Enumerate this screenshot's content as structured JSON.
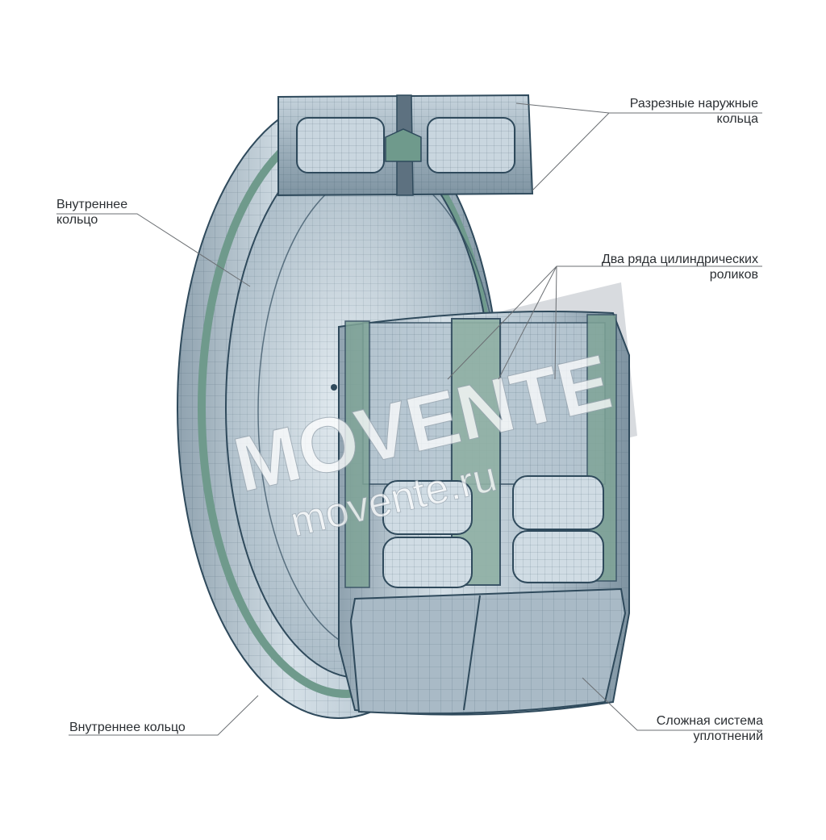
{
  "callouts": {
    "split_outer_rings": {
      "line1": "Разрезные наружные",
      "line2": "кольца"
    },
    "inner_ring_top": {
      "line1": "Внутреннее",
      "line2": "кольцо"
    },
    "two_rows_rollers": {
      "line1": "Два ряда цилиндрических",
      "line2": "роликов"
    },
    "inner_ring_bottom": {
      "line1": "Внутреннее кольцо"
    },
    "seal_system": {
      "line1": "Сложная система",
      "line2": "уплотнений"
    }
  },
  "watermark": {
    "brand": "MOVENTE",
    "site": "movente.ru"
  },
  "colors": {
    "metal_light": "#c9d6df",
    "metal_mid": "#9fb0bd",
    "metal_dark": "#5d7180",
    "mesh_line": "#2f4a5c",
    "seal_green": "#6f9a8c",
    "leader_line": "#6b6f73",
    "watermark_band": "#b8bec4",
    "text": "#2b2f33"
  }
}
